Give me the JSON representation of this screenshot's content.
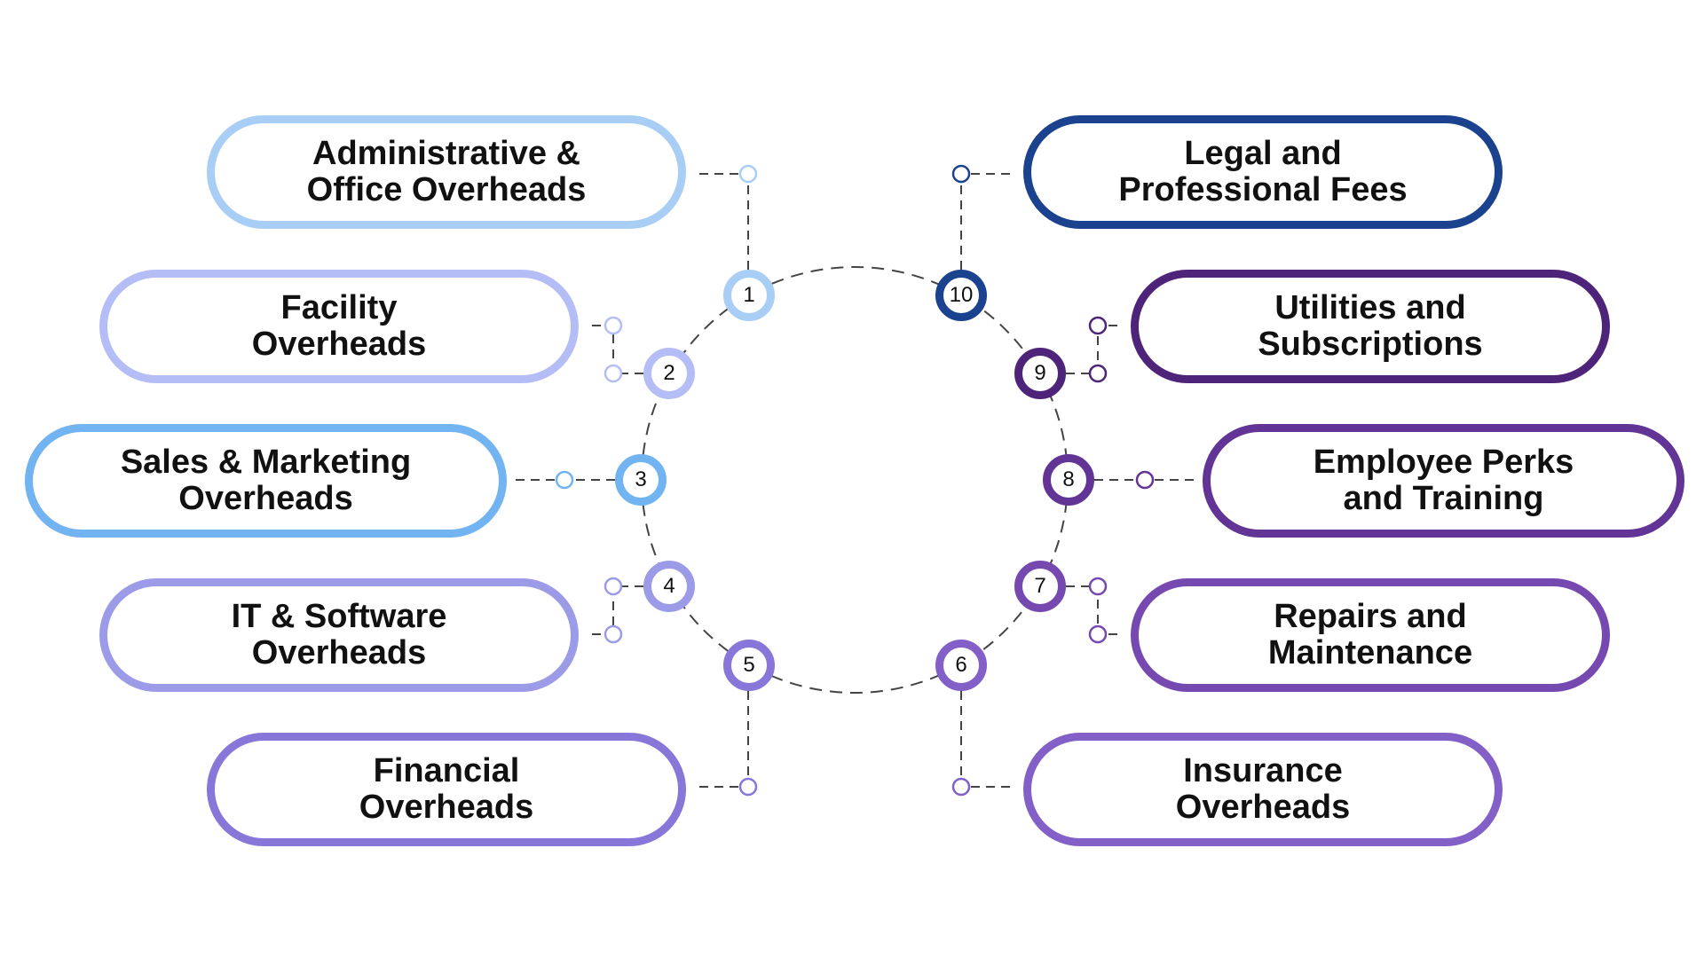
{
  "diagram": {
    "ring_style": "dashed",
    "connector_color": "#444444",
    "items": [
      {
        "number": "1",
        "label": "Administrative &\nOffice Overheads",
        "color": "#a9cef5"
      },
      {
        "number": "2",
        "label": "Facility\nOverheads",
        "color": "#b5bdf6"
      },
      {
        "number": "3",
        "label": "Sales & Marketing\nOverheads",
        "color": "#72b3f2"
      },
      {
        "number": "4",
        "label": "IT & Software\nOverheads",
        "color": "#9c9be8"
      },
      {
        "number": "5",
        "label": "Financial\nOverheads",
        "color": "#8876d8"
      },
      {
        "number": "6",
        "label": "Insurance\nOverheads",
        "color": "#8360c8"
      },
      {
        "number": "7",
        "label": "Repairs and\nMaintenance",
        "color": "#7549b0"
      },
      {
        "number": "8",
        "label": "Employee Perks\nand Training",
        "color": "#613495"
      },
      {
        "number": "9",
        "label": "Utilities and\nSubscriptions",
        "color": "#4e237a"
      },
      {
        "number": "10",
        "label": "Legal and\nProfessional Fees",
        "color": "#1b428e"
      }
    ]
  }
}
